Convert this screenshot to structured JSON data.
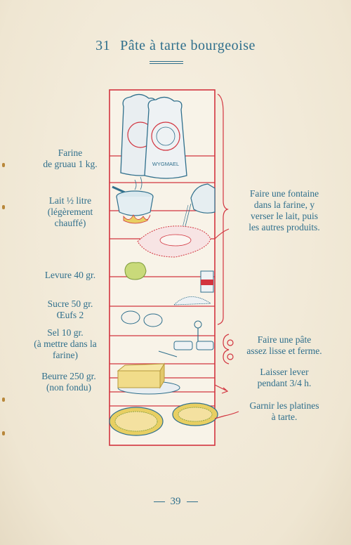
{
  "page": {
    "recipe_number": "31",
    "recipe_title": "Pâte à tarte bourgeoise",
    "page_number": "39"
  },
  "ingredients": [
    {
      "line1": "Farine",
      "line2": "de gruau 1 kg.",
      "line3": ""
    },
    {
      "line1": "Lait ½ litre",
      "line2": "(légèrement",
      "line3": "chauffé)"
    },
    {
      "line1": "Levure 40 gr.",
      "line2": "",
      "line3": ""
    },
    {
      "line1": "Sucre 50 gr.",
      "line2": "Œufs 2",
      "line3": ""
    },
    {
      "line1": "Sel 10 gr.",
      "line2": "(à mettre dans la",
      "line3": "farine)"
    },
    {
      "line1": "Beurre 250 gr.",
      "line2": "(non fondu)",
      "line3": ""
    }
  ],
  "steps": [
    {
      "line1": "Faire une fontaine",
      "line2": "dans la farine, y",
      "line3": "verser le lait, puis",
      "line4": "les autres produits."
    },
    {
      "line1": "Faire une pâte",
      "line2": "assez lisse et ferme.",
      "line3": "",
      "line4": ""
    },
    {
      "line1": "Laisser lever",
      "line2": "pendant 3/4 h.",
      "line3": "",
      "line4": ""
    },
    {
      "line1": "Garnir les platines",
      "line2": "à tarte.",
      "line3": "",
      "line4": ""
    }
  ],
  "illustration": {
    "flour_bag_label": "WYGMAEL",
    "colors": {
      "red": "#d2343f",
      "blue": "#2f6f8c",
      "yellow": "#e8cf62",
      "green": "#a8c25a",
      "butter": "#f1dc8a"
    }
  }
}
